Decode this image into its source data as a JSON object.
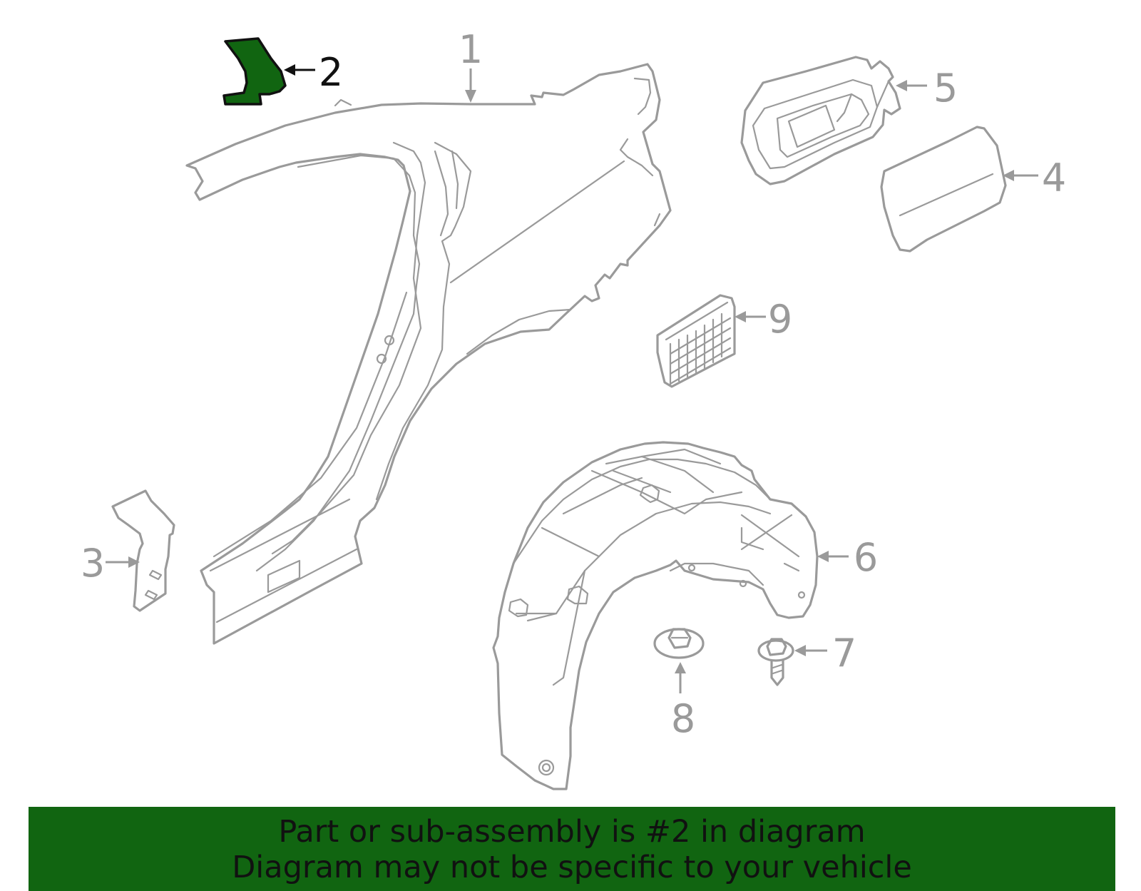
{
  "highlight_color": "#116511",
  "line_color": "#9a9a9a",
  "callouts": [
    "1",
    "2",
    "3",
    "4",
    "5",
    "6",
    "7",
    "8",
    "9"
  ],
  "highlighted_callout": "2",
  "banner": {
    "line1": "Part or sub-assembly is #2 in diagram",
    "line2": "Diagram may not be specific to your vehicle"
  }
}
